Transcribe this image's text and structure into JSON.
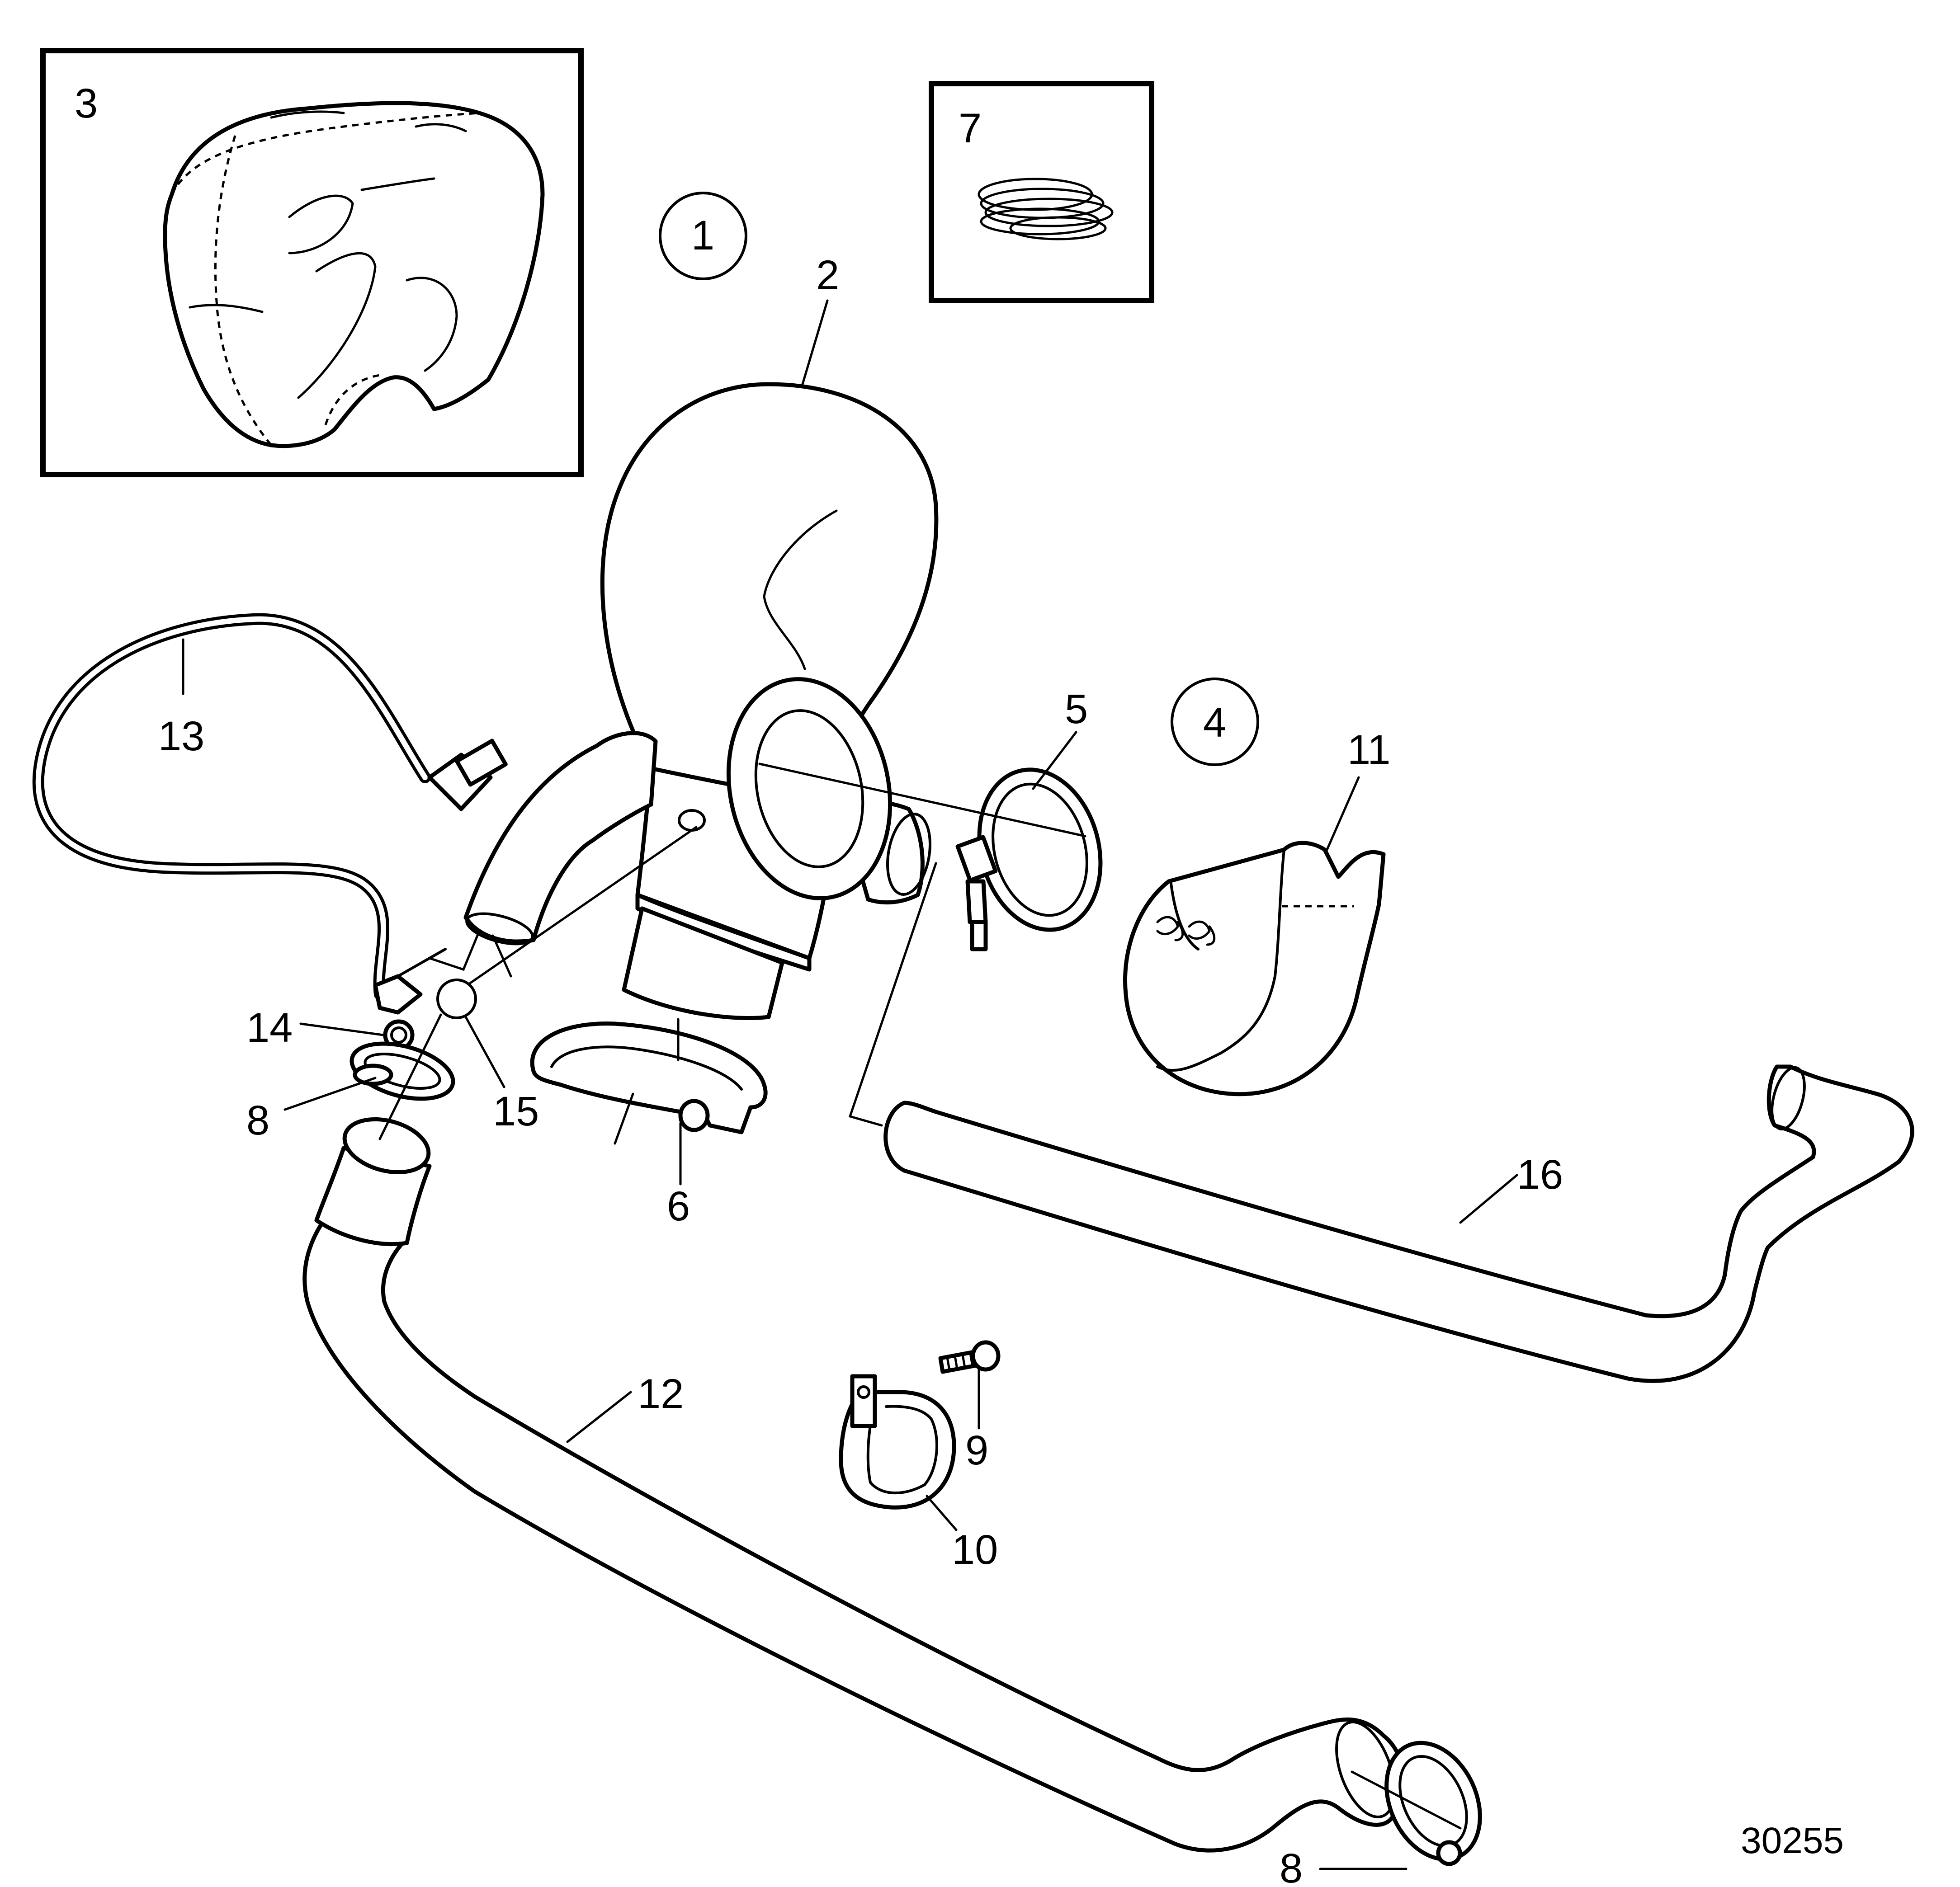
{
  "diagram": {
    "reference_number": "30255",
    "callouts": {
      "c1": "1",
      "c2": "2",
      "c3": "3",
      "c4": "4",
      "c5": "5",
      "c6": "6",
      "c7": "7",
      "c8a": "8",
      "c8b": "8",
      "c9": "9",
      "c10": "10",
      "c11": "11",
      "c12": "12",
      "c13": "13",
      "c14": "14",
      "c15": "15",
      "c16": "16"
    }
  }
}
